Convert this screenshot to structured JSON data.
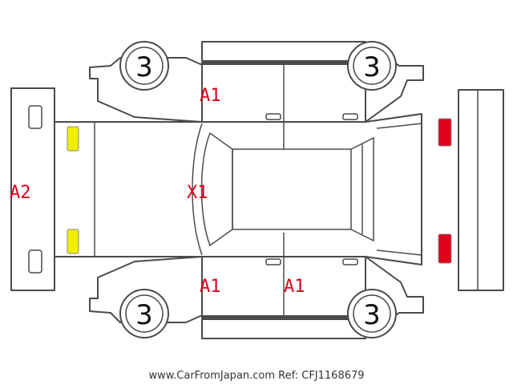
{
  "diagram": {
    "tires": [
      {
        "id": "front-left",
        "label": "3"
      },
      {
        "id": "front-right",
        "label": "3"
      },
      {
        "id": "rear-left",
        "label": "3"
      },
      {
        "id": "rear-right",
        "label": "3"
      }
    ],
    "damage_marks": [
      {
        "id": "a1-upper",
        "label": "A1"
      },
      {
        "id": "x1-windshield",
        "label": "X1"
      },
      {
        "id": "a2-front",
        "label": "A2"
      },
      {
        "id": "a1-lower-left",
        "label": "A1"
      },
      {
        "id": "a1-lower-right",
        "label": "A1"
      }
    ],
    "mark_color": "#e0001b",
    "headlight_color": "#f2ee00",
    "taillight_color": "#e0001b",
    "footer": "www.CarFromJapan.com Ref: CFJ1168679"
  }
}
